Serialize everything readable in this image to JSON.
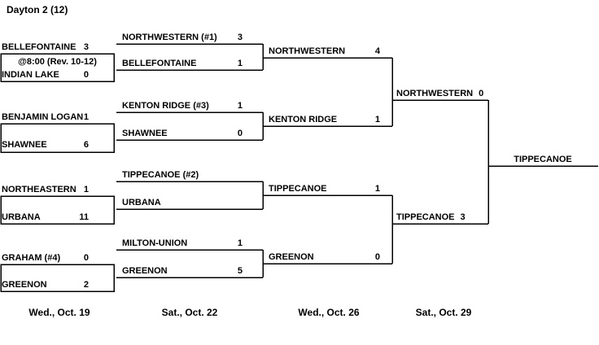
{
  "title": "Dayton 2 (12)",
  "dates": [
    "Wed., Oct. 19",
    "Sat., Oct. 22",
    "Wed., Oct. 26",
    "Sat., Oct. 29"
  ],
  "round1": [
    {
      "team1": "BELLEFONTAINE",
      "score1": "3",
      "note": "@8:00 (Rev. 10-12)",
      "team2": "INDIAN LAKE",
      "score2": "0"
    },
    {
      "team1": "BENJAMIN LOGAN",
      "score1": "1",
      "team2": "SHAWNEE",
      "score2": "6"
    },
    {
      "team1": "NORTHEASTERN",
      "score1": "1",
      "team2": "URBANA",
      "score2": "11"
    },
    {
      "team1": "GRAHAM (#4)",
      "score1": "0",
      "team2": "GREENON",
      "score2": "2"
    }
  ],
  "round2": [
    {
      "team1": "NORTHWESTERN (#1)",
      "score1": "3",
      "team2": "BELLEFONTAINE",
      "score2": "1"
    },
    {
      "team1": "KENTON RIDGE (#3)",
      "score1": "1",
      "team2": "SHAWNEE",
      "score2": "0"
    },
    {
      "team1": "TIPPECANOE (#2)",
      "score1": "",
      "team2": "URBANA",
      "score2": ""
    },
    {
      "team1": "MILTON-UNION",
      "score1": "1",
      "team2": "GREENON",
      "score2": "5"
    }
  ],
  "round3": [
    {
      "team1": "NORTHWESTERN",
      "score1": "4",
      "team2": "KENTON RIDGE",
      "score2": "1"
    },
    {
      "team1": "TIPPECANOE",
      "score1": "1",
      "team2": "GREENON",
      "score2": "0"
    }
  ],
  "final": {
    "team1": "NORTHWESTERN",
    "score1": "0",
    "team2": "TIPPECANOE",
    "score2": "3"
  },
  "champion": "TIPPECANOE",
  "line_color": "#000000"
}
